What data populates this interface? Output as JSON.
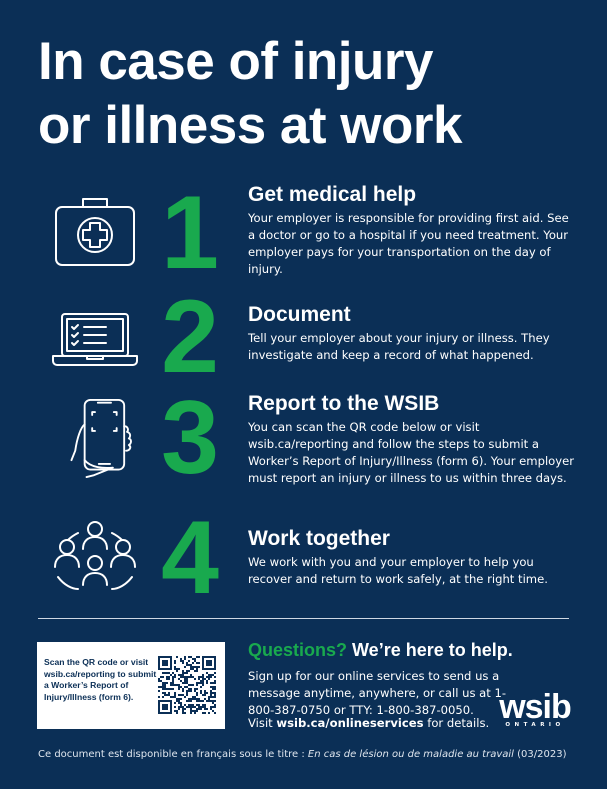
{
  "title": {
    "line1": "In case of injury",
    "line2": "or illness at work"
  },
  "steps": [
    {
      "number": "1",
      "icon": "first-aid-kit-icon",
      "heading": "Get medical help",
      "body": "Your employer is responsible for providing first aid. See a doctor or go to a hospital if you need treatment. Your employer pays for your transportation on the day of injury."
    },
    {
      "number": "2",
      "icon": "laptop-checklist-icon",
      "heading": "Document",
      "body": "Tell your employer about your injury or illness. They investigate and keep a record of what happened."
    },
    {
      "number": "3",
      "icon": "phone-scan-icon",
      "heading": "Report to the WSIB",
      "body": "You can scan the QR code below or visit wsib.ca/reporting and follow the steps to submit a Worker’s Report of Injury/Illness (form 6). Your employer must report an injury or illness to us within three days."
    },
    {
      "number": "4",
      "icon": "team-group-icon",
      "heading": "Work together",
      "body": "We work with you and your employer to help you recover and return to work safely, at the right time."
    }
  ],
  "qr_box": {
    "text": "Scan the QR code or visit wsib.ca/reporting to submit a Worker’s Report of Injury/Illness (form 6)."
  },
  "questions": {
    "highlight": "Questions?",
    "rest": " We’re here to help.",
    "body": "Sign up for our online services to send us a message anytime, anywhere, or call us at 1-800-387-0750 or TTY: 1-800-387-0050.",
    "visit_prefix": "Visit ",
    "visit_link": "wsib.ca/onlineservices",
    "visit_suffix": " for details."
  },
  "logo": {
    "word": "wsib",
    "sub": "ONTARIO"
  },
  "footer": {
    "text": "Ce document est disponible en français sous le titre : ",
    "italic": "En cas de lésion ou de maladie au travail",
    "date": " (03/2023)"
  },
  "colors": {
    "background": "#0b2f56",
    "accent": "#19a94e"
  }
}
